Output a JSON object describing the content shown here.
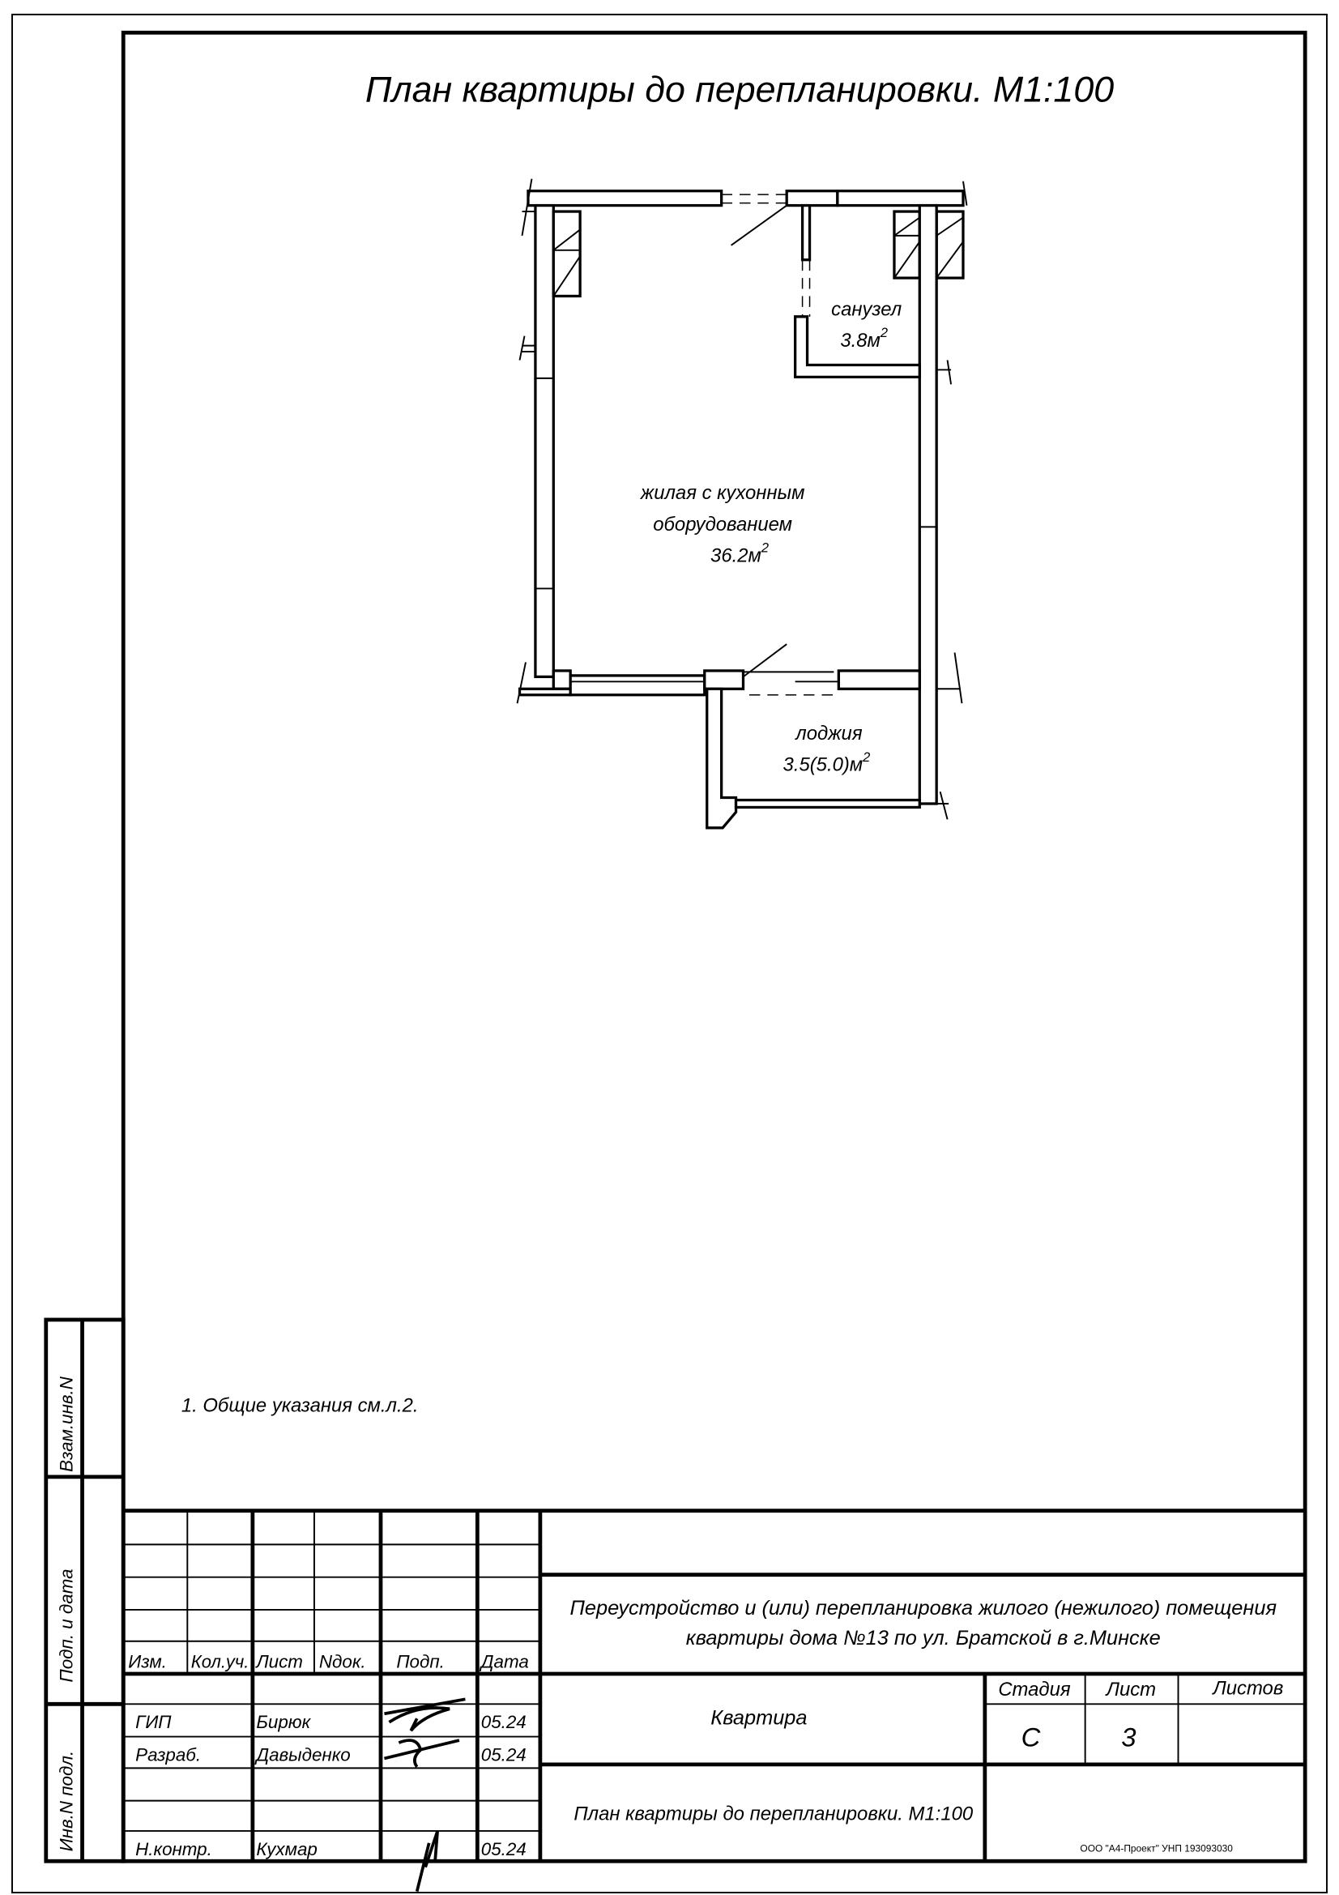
{
  "sheet": {
    "title": "План квартиры до перепланировки. М1:100",
    "note": "1.  Общие указания см.л.2."
  },
  "rooms": {
    "living_name_1": "жилая с кухонным",
    "living_name_2": "оборудованием",
    "living_area": "36.2м",
    "bath_name": "санузел",
    "bath_area": "3.8м",
    "loggia_name": "лоджия",
    "loggia_area": "3.5(5.0)м",
    "sup": "2"
  },
  "side_strip": {
    "vzam": "Взам.инв.N",
    "podp": "Подп. и дата",
    "inv": "Инв.N подл."
  },
  "title_block": {
    "headers": [
      "Изм.",
      "Кол.уч.",
      "Лист",
      "Nдок.",
      "Подп.",
      "Дата"
    ],
    "people": [
      {
        "role": "ГИП",
        "name": "Бирюк",
        "date": "05.24"
      },
      {
        "role": "Разраб.",
        "name": "Давыденко",
        "date": "05.24"
      },
      {
        "role": "Н.контр.",
        "name": "Кухмар",
        "date": "05.24"
      }
    ],
    "project_line1": "Переустройство и (или) перепланировка жилого (нежилого) помещения",
    "project_line2": "квартиры дома №13 по ул. Братской в г.Минске",
    "object": "Квартира",
    "stage_label": "Стадия",
    "sheet_label": "Лист",
    "sheets_label": "Листов",
    "stage": "С",
    "sheet": "3",
    "sheets": "",
    "drawing_name": "План квартиры до перепланировки. М1:100",
    "company": "ООО \"А4-Проект\" УНП 193093030"
  }
}
